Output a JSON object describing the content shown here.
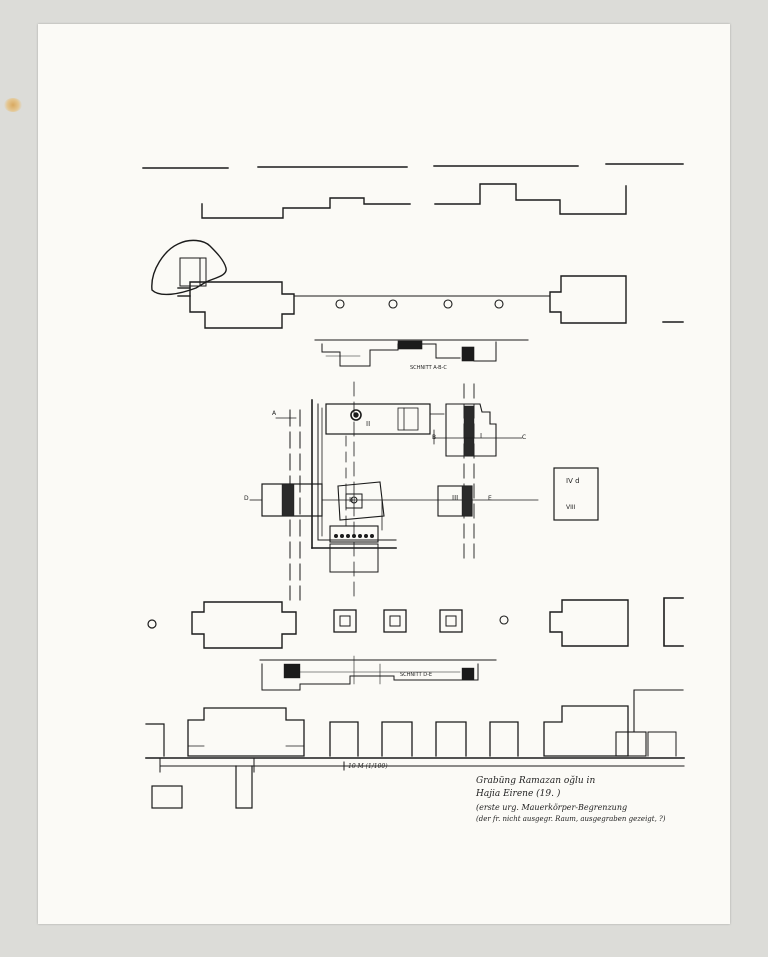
{
  "drawing": {
    "annotation_line1": "Grabüng Ramazan oğlu in",
    "annotation_line2": "Hajia Eirene (19.  )",
    "annotation_line3": "(erste urg. Mauerkörper-Begrenzung",
    "annotation_line4": "(der fr. nicht ausgegr. Raum, ausgegraben gezeigt, ?)",
    "scale_label": "10 M (1/100)",
    "section_label_1": "SCHNITT A-B-C",
    "section_label_2": "SCHNITT D-E",
    "room_label_1": "II",
    "room_label_2": "I",
    "room_label_3": "III",
    "room_label_4": "III",
    "room_label_5": "IV d",
    "room_label_6": "VIII",
    "axis_labels": [
      "A",
      "B",
      "C",
      "D",
      "E"
    ]
  }
}
